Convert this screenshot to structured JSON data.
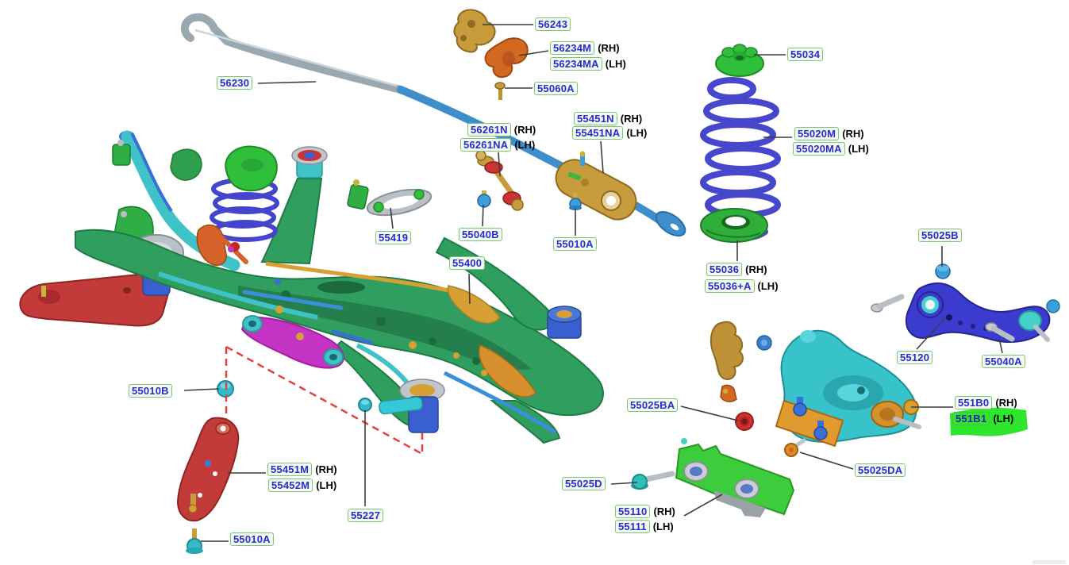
{
  "diagram_type": "exploded-parts-diagram-rear-suspension",
  "colors": {
    "label_text": "#2a2ad2",
    "label_border": "#7cc47c",
    "label_bg": "#f3faf0",
    "side_text": "#000000",
    "highlight": "#2ee62e",
    "leader": "#3d3d3d",
    "dashed_guide": "#e04040",
    "frame_green": "#2f9e5f",
    "frame_teal": "#3fc3c8",
    "spring_blue": "#4747cc",
    "gold": "#c89b3c",
    "orange": "#d2691e",
    "red_part": "#c23a3a",
    "magenta": "#c433c4",
    "cyan_arm": "#38c2ca",
    "bracket_green": "#3ccc3c",
    "arm_blue": "#3b3bd0",
    "silver": "#b9c0c6",
    "bar_gray": "#9aa8b0",
    "bar_blue": "#3e8ecc"
  },
  "labels": {
    "l56243": {
      "code": "56243",
      "side": ""
    },
    "l56234M": {
      "code": "56234M",
      "side": "(RH)"
    },
    "l56234MA": {
      "code": "56234MA",
      "side": "(LH)"
    },
    "l55060A": {
      "code": "55060A",
      "side": ""
    },
    "l56230": {
      "code": "56230",
      "side": ""
    },
    "l56261N": {
      "code": "56261N",
      "side": "(RH)"
    },
    "l56261NA": {
      "code": "56261NA",
      "side": "(LH)"
    },
    "l55451N": {
      "code": "55451N",
      "side": "(RH)"
    },
    "l55451NA": {
      "code": "55451NA",
      "side": "(LH)"
    },
    "l55034": {
      "code": "55034",
      "side": ""
    },
    "l55020M": {
      "code": "55020M",
      "side": "(RH)"
    },
    "l55020MA": {
      "code": "55020MA",
      "side": "(LH)"
    },
    "l55036": {
      "code": "55036",
      "side": "(RH)"
    },
    "l55036A": {
      "code": "55036+A",
      "side": "(LH)"
    },
    "l55419": {
      "code": "55419",
      "side": ""
    },
    "l55040B": {
      "code": "55040B",
      "side": ""
    },
    "l55010A_mid": {
      "code": "55010A",
      "side": ""
    },
    "l55400": {
      "code": "55400",
      "side": ""
    },
    "l55025B": {
      "code": "55025B",
      "side": ""
    },
    "l55120": {
      "code": "55120",
      "side": ""
    },
    "l55040A": {
      "code": "55040A",
      "side": ""
    },
    "l551B0": {
      "code": "551B0",
      "side": "(RH)"
    },
    "l551B1": {
      "code": "551B1",
      "side": "(LH)",
      "highlighted": true
    },
    "l55025BA": {
      "code": "55025BA",
      "side": ""
    },
    "l55025DA": {
      "code": "55025DA",
      "side": ""
    },
    "l55025D": {
      "code": "55025D",
      "side": ""
    },
    "l55110": {
      "code": "55110",
      "side": "(RH)"
    },
    "l55111": {
      "code": "55111",
      "side": "(LH)"
    },
    "l55010B": {
      "code": "55010B",
      "side": ""
    },
    "l55451M": {
      "code": "55451M",
      "side": "(RH)"
    },
    "l55452M": {
      "code": "55452M",
      "side": "(LH)"
    },
    "l55227": {
      "code": "55227",
      "side": ""
    },
    "l55010A_bot": {
      "code": "55010A",
      "side": ""
    }
  }
}
